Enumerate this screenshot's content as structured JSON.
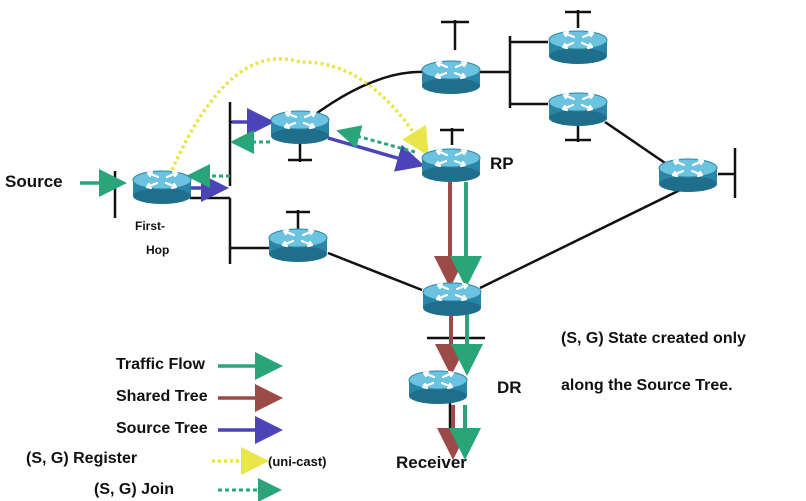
{
  "labels": {
    "source": "Source",
    "rp": "RP",
    "first_hop_line1": "First-",
    "first_hop_line2": "Hop",
    "dr": "DR",
    "receiver": "Receiver",
    "note_line1": "(S, G) State created only",
    "note_line2": "along the Source Tree."
  },
  "legend": {
    "traffic_flow": "Traffic Flow",
    "shared_tree": "Shared Tree",
    "source_tree": "Source Tree",
    "register": "(S, G) Register",
    "register_note": "(uni-cast)",
    "join": "(S, G) Join"
  },
  "colors": {
    "traffic_flow": "#2aa57a",
    "shared_tree": "#9b4a48",
    "source_tree": "#4a44b8",
    "register": "#e8e64a",
    "join": "#2aa57a",
    "router_body": "#2f8fb0",
    "router_top": "#5dbad8",
    "link": "#111111"
  },
  "icons": {
    "router": "router-icon"
  }
}
